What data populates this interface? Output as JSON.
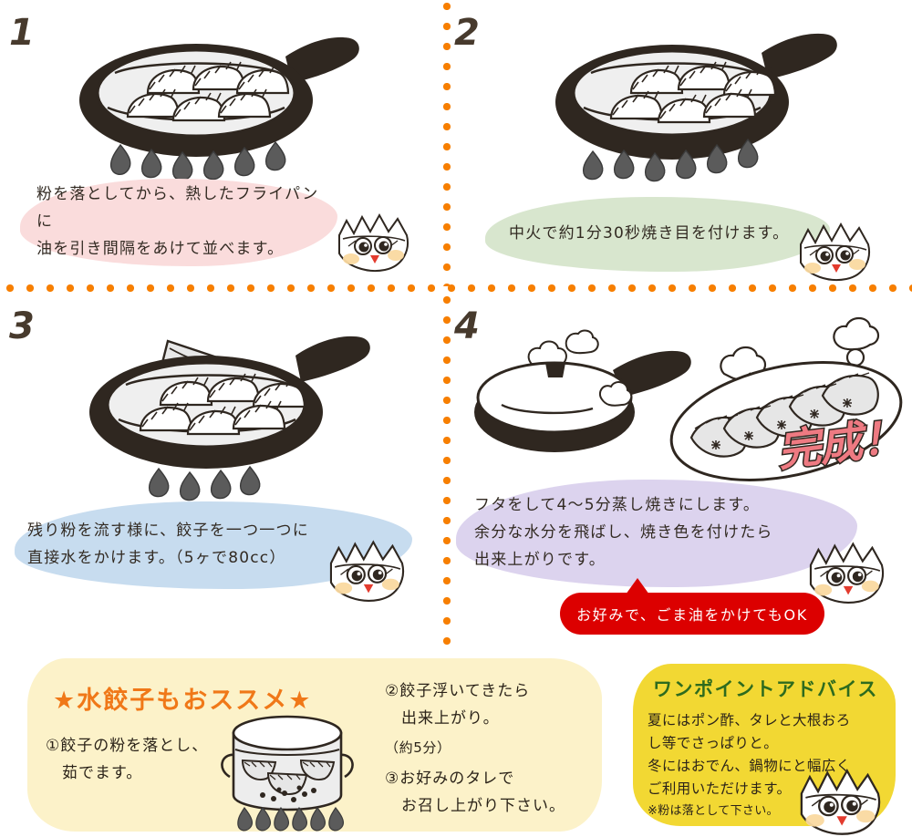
{
  "meta": {
    "colors": {
      "dot_orange": "#F77F00",
      "ink_brown": "#473A2D",
      "bubble_pink": "#FADCDC",
      "bubble_green": "#D8E6CE",
      "bubble_blue": "#C7DCEF",
      "bubble_purple": "#DCD3EE",
      "callout_red": "#DC0000",
      "box_cream": "#FCF2C9",
      "box_yellow": "#F2D833",
      "title_orange": "#F07818",
      "title_green": "#2E6B1E",
      "kansei_pink": "#EE7A82",
      "pan_dark": "#2F2720",
      "flame_gray": "#5B5B5B"
    }
  },
  "steps": [
    {
      "number": "1",
      "bubble_color": "#FADCDC",
      "text": "粉を落としてから、熱したフライパンに\n油を引き間隔をあけて並べます。",
      "illustration": "frying-pan-with-raw-gyoza",
      "flames": 6
    },
    {
      "number": "2",
      "bubble_color": "#D8E6CE",
      "text": "中火で約1分30秒焼き目を付けます。",
      "illustration": "frying-pan-searing-gyoza",
      "flames": 6
    },
    {
      "number": "3",
      "bubble_color": "#C7DCEF",
      "text": "残り粉を流す様に、餃子を一つ一つに\n直接水をかけます。（5ヶで80cc）",
      "illustration": "pouring-water-into-pan",
      "flames": 4
    },
    {
      "number": "4",
      "bubble_color": "#DCD3EE",
      "text": "フタをして4〜5分蒸し焼きにします。\n余分な水分を飛ばし、焼き色を付けたら\n出来上がりです。",
      "illustration": "covered-pan-and-finished-plate",
      "done_label": "完成！",
      "callout": "お好みで、ごま油をかけてもOK"
    }
  ],
  "bottom": {
    "boiled": {
      "title": "★水餃子もおススメ★",
      "background": "#FCF2C9",
      "illustration": "pot-of-boiling-gyoza",
      "items_left": "①餃子の粉を落とし、\n　茹でます。",
      "items_right_1": "②餃子浮いてきたら\n　出来上がり。",
      "items_right_1_note": "（約5分）",
      "items_right_2": "③お好みのタレで\n　お召し上がり下さい。"
    },
    "advice": {
      "title": "ワンポイントアドバイス",
      "background": "#F2D833",
      "text": "夏にはポン酢、タレと大根おろ\nし等でさっぱりと。\n冬にはおでん、鍋物にと幅広く\nご利用いただけます。",
      "note": "※粉は落として下さい。",
      "mascot": "gyoza-mascot"
    }
  },
  "icons": {
    "gyoza_mascot": "gyoza-mascot-icon",
    "star": "star-icon",
    "frying_pan": "frying-pan-icon",
    "flame": "flame-icon",
    "pot": "pot-icon",
    "steam": "steam-icon",
    "plate": "plate-icon",
    "water_cup": "water-cup-icon",
    "lid": "lid-icon"
  }
}
